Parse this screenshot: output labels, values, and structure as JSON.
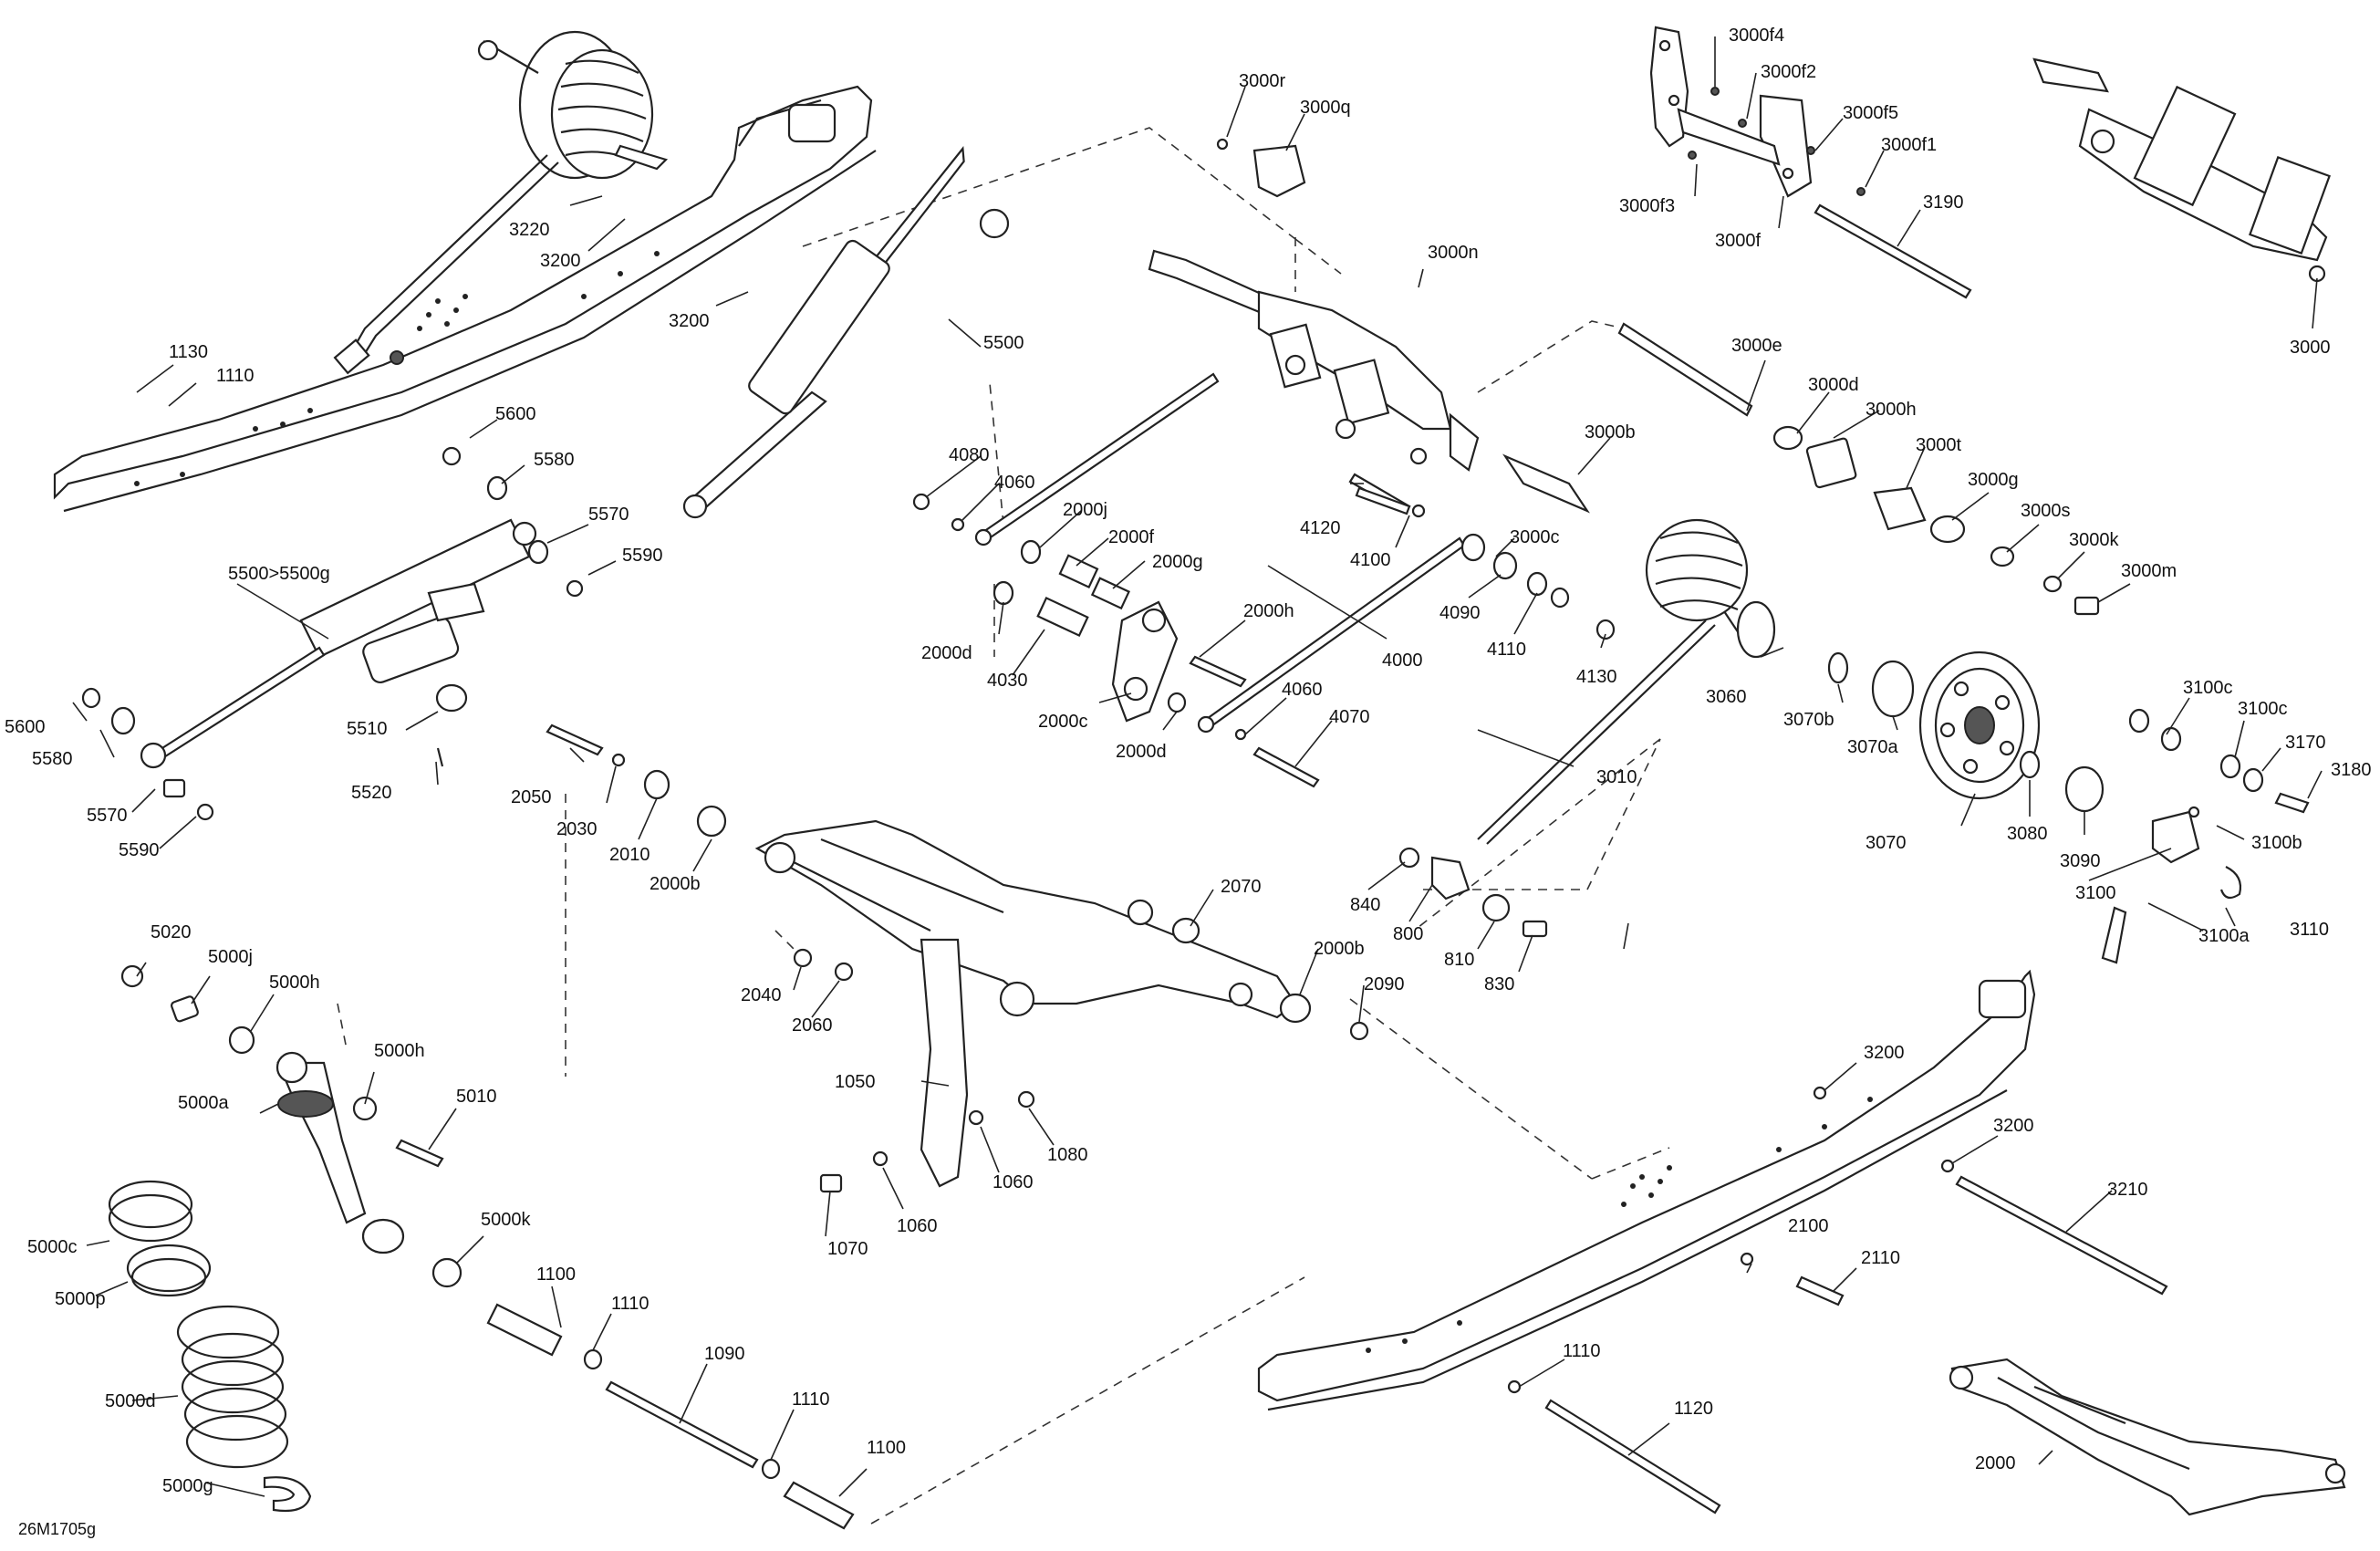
{
  "diagram_code": "26M1705g",
  "labels": {
    "l3000f4": "3000f4",
    "l3000f2": "3000f2",
    "l3000f5": "3000f5",
    "l3000f1": "3000f1",
    "l3000f3": "3000f3",
    "l3000f": "3000f",
    "l3190": "3190",
    "l3000": "3000",
    "l3000r": "3000r",
    "l3000q": "3000q",
    "l3000n": "3000n",
    "l3220": "3220",
    "l3200a": "3200",
    "l3200b": "3200",
    "l1130": "1130",
    "l1110a": "1110",
    "l5500": "5500",
    "l5600a": "5600",
    "l5580a": "5580",
    "l5570a": "5570",
    "l5590a": "5590",
    "l5500g": "5500>5500g",
    "l5600b": "5600",
    "l5580b": "5580",
    "l5510": "5510",
    "l5570b": "5570",
    "l5590b": "5590",
    "l5520": "5520",
    "l3000e": "3000e",
    "l3000d": "3000d",
    "l3000h": "3000h",
    "l3000t": "3000t",
    "l3000b": "3000b",
    "l3000g": "3000g",
    "l3000s": "3000s",
    "l3000k": "3000k",
    "l3000m": "3000m",
    "l4080": "4080",
    "l4060a": "4060",
    "l2000j": "2000j",
    "l2000f": "2000f",
    "l2000g": "2000g",
    "l4120": "4120",
    "l4100": "4100",
    "l3000c": "3000c",
    "l4090": "4090",
    "l4110": "4110",
    "l4130": "4130",
    "l2000d1": "2000d",
    "l4030": "4030",
    "l2000h": "2000h",
    "l4000": "4000",
    "l2000c": "2000c",
    "l2000d2": "2000d",
    "l4060b": "4060",
    "l4070": "4070",
    "l3060": "3060",
    "l3070b": "3070b",
    "l3070a": "3070a",
    "l3070": "3070",
    "l3080": "3080",
    "l3090": "3090",
    "l3010": "3010",
    "l3100c1": "3100c",
    "l3100c2": "3100c",
    "l3170": "3170",
    "l3180": "3180",
    "l3100b": "3100b",
    "l3100": "3100",
    "l3100a": "3100a",
    "l3110": "3110",
    "l2050": "2050",
    "l2030": "2030",
    "l2010": "2010",
    "l2000b1": "2000b",
    "l2070": "2070",
    "l2000b2": "2000b",
    "l2090": "2090",
    "l2040": "2040",
    "l2060": "2060",
    "l840": "840",
    "l800": "800",
    "l810": "810",
    "l830": "830",
    "l5020": "5020",
    "l5000j": "5000j",
    "l5000h1": "5000h",
    "l5000h2": "5000h",
    "l5000a": "5000a",
    "l5010": "5010",
    "l5000k": "5000k",
    "l5000c": "5000c",
    "l5000p": "5000p",
    "l5000d": "5000d",
    "l5000g": "5000g",
    "l1050": "1050",
    "l1080": "1080",
    "l1060a": "1060",
    "l1060b": "1060",
    "l1070": "1070",
    "l1100a": "1100",
    "l1110b": "1110",
    "l1090": "1090",
    "l1110c": "1110",
    "l1100b": "1100",
    "l3200c": "3200",
    "l3200d": "3200",
    "l3210": "3210",
    "l2100": "2100",
    "l2110": "2110",
    "l1110d": "1110",
    "l1120": "1120",
    "l2000": "2000"
  }
}
